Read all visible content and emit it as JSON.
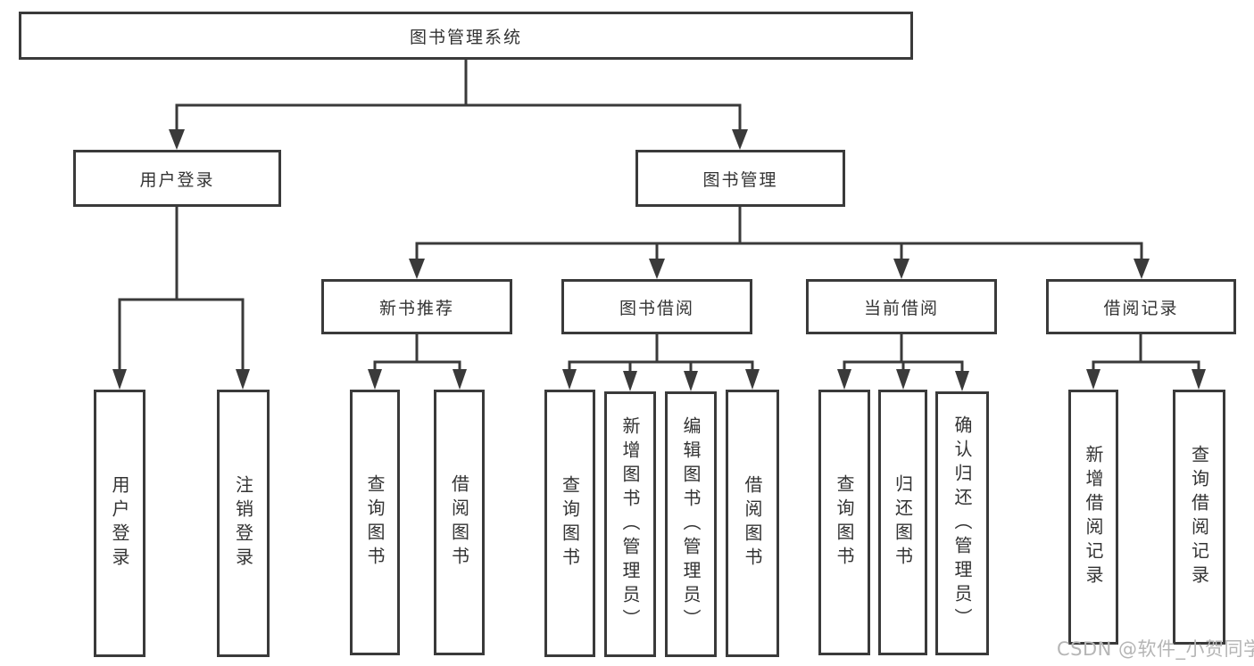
{
  "tree": {
    "label": "图书管理系统",
    "children": [
      {
        "label": "用户登录",
        "children": [
          {
            "label": "用户登录"
          },
          {
            "label": "注销登录"
          }
        ]
      },
      {
        "label": "图书管理",
        "children": [
          {
            "label": "新书推荐",
            "children": [
              {
                "label": "查询图书"
              },
              {
                "label": "借阅图书"
              }
            ]
          },
          {
            "label": "图书借阅",
            "children": [
              {
                "label": "查询图书"
              },
              {
                "label": "新增图书（管理员）"
              },
              {
                "label": "编辑图书（管理员）"
              },
              {
                "label": "借阅图书"
              }
            ]
          },
          {
            "label": "当前借阅",
            "children": [
              {
                "label": "查询图书"
              },
              {
                "label": "归还图书"
              },
              {
                "label": "确认归还（管理员）"
              }
            ]
          },
          {
            "label": "借阅记录",
            "children": [
              {
                "label": "新增借阅记录"
              },
              {
                "label": "查询借阅记录"
              }
            ]
          }
        ]
      }
    ]
  },
  "watermark": {
    "text": "CSDN @软件_小贺同学"
  },
  "colors": {
    "line": "#3a3a3a",
    "text": "#333333",
    "watermark": "#b5b5b5",
    "background": "#ffffff"
  }
}
